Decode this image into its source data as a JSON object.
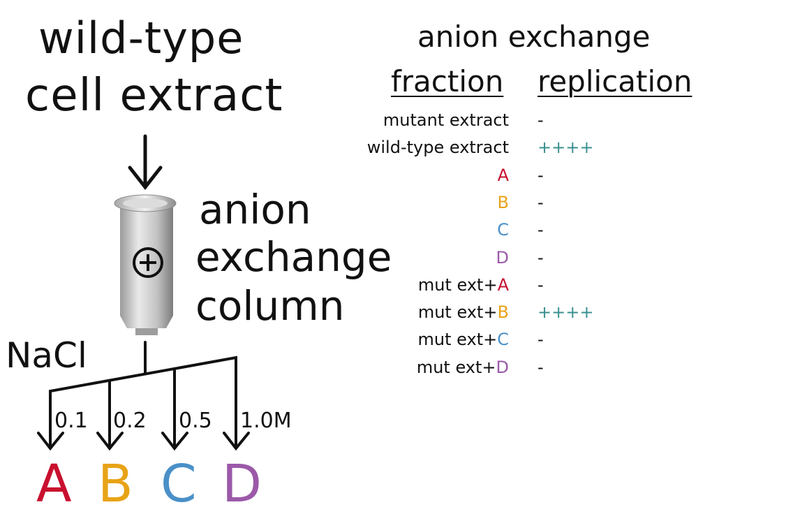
{
  "left": {
    "title_line1": "wild-type",
    "title_line2": "cell extract",
    "column_line1": "anion",
    "column_line2": "exchange",
    "column_line3": "column",
    "column_symbol": "⊕",
    "salt_label": "NaCl",
    "concentrations": [
      "0.1",
      "0.2",
      "0.5",
      "1.0M"
    ],
    "fractions": [
      {
        "label": "A",
        "color": "#c8102e"
      },
      {
        "label": "B",
        "color": "#e8a317"
      },
      {
        "label": "C",
        "color": "#4a90c8"
      },
      {
        "label": "D",
        "color": "#9b59a8"
      }
    ]
  },
  "table": {
    "heading": "anion exchange",
    "col_fraction": "fraction",
    "col_replication": "replication",
    "rows": [
      {
        "prefix": "mutant extract",
        "fraction": "",
        "result": "-"
      },
      {
        "prefix": "wild-type extract",
        "fraction": "",
        "result": "++++"
      },
      {
        "prefix": "",
        "fraction": "A",
        "result": "-"
      },
      {
        "prefix": "",
        "fraction": "B",
        "result": "-"
      },
      {
        "prefix": "",
        "fraction": "C",
        "result": "-"
      },
      {
        "prefix": "",
        "fraction": "D",
        "result": "-"
      },
      {
        "prefix": "mut ext+",
        "fraction": "A",
        "result": "-"
      },
      {
        "prefix": "mut ext+",
        "fraction": "B",
        "result": "++++"
      },
      {
        "prefix": "mut ext+",
        "fraction": "C",
        "result": "-"
      },
      {
        "prefix": "mut ext+",
        "fraction": "D",
        "result": "-"
      }
    ],
    "colors": {
      "A": "#c8102e",
      "B": "#e8a317",
      "C": "#4a90c8",
      "D": "#9b59a8",
      "plus": "#3a8f8f",
      "minus": "#111111"
    }
  }
}
